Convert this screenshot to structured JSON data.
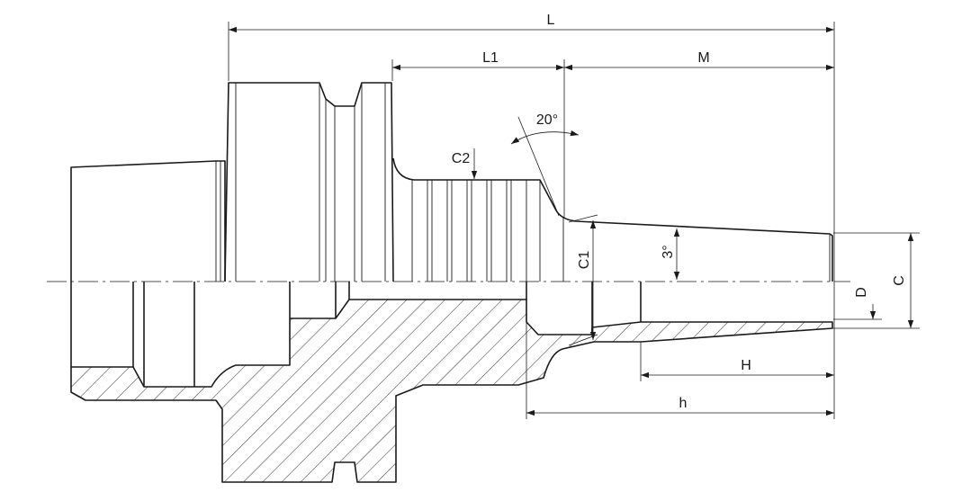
{
  "labels": {
    "L": "L",
    "L1": "L1",
    "M": "M",
    "angle_taper": "20°",
    "C2": "C2",
    "C1": "C1",
    "angle_cone": "3°",
    "D": "D",
    "C": "C",
    "H": "H",
    "h": "h"
  },
  "colors": {
    "line": "#1a1a1a",
    "background": "#ffffff"
  }
}
